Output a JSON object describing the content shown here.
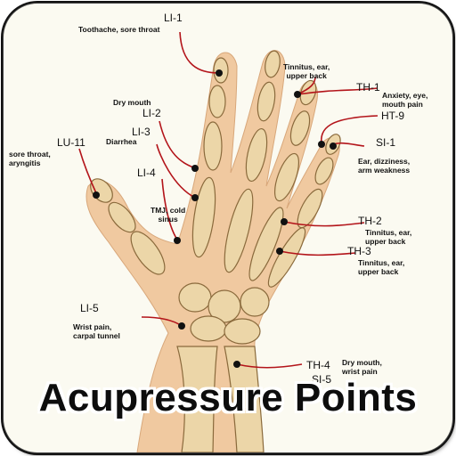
{
  "title": "Acupressure Points",
  "colors": {
    "background": "#fbfaf1",
    "skin": "#f0c9a0",
    "bone": "#e9d3a4",
    "line": "#b3141a",
    "point": "#111111"
  },
  "points": {
    "li1": {
      "code": "LI-1",
      "note": "Toothache, sore throat"
    },
    "te_a": {
      "note": "Tinnitus, ear,\nupper back"
    },
    "th1": {
      "code": "TH-1"
    },
    "anx": {
      "note": "Anxiety, eye,\nmouth pain"
    },
    "ht9": {
      "code": "HT-9"
    },
    "si1": {
      "code": "SI-1",
      "note": "Ear, dizziness,\narm weakness"
    },
    "dry_top": {
      "note": "Dry mouth"
    },
    "li2": {
      "code": "LI-2"
    },
    "li3": {
      "code": "LI-3",
      "note": "Diarrhea"
    },
    "lu11": {
      "code": "LU-11",
      "note": "sore throat,\naryngitis"
    },
    "li4": {
      "code": "LI-4",
      "note": "TMJ, cold\nsinus"
    },
    "th2": {
      "code": "TH-2",
      "note": "Tinnitus, ear,\nupper back"
    },
    "th3": {
      "code": "TH-3",
      "note": "Tinnitus, ear,\nupper back"
    },
    "li5": {
      "code": "LI-5",
      "note": "Wrist pain,\ncarpal tunnel"
    },
    "th4": {
      "code": "TH-4",
      "note": "Dry mouth,\nwrist pain"
    },
    "si5": {
      "code": "SI-5"
    }
  }
}
